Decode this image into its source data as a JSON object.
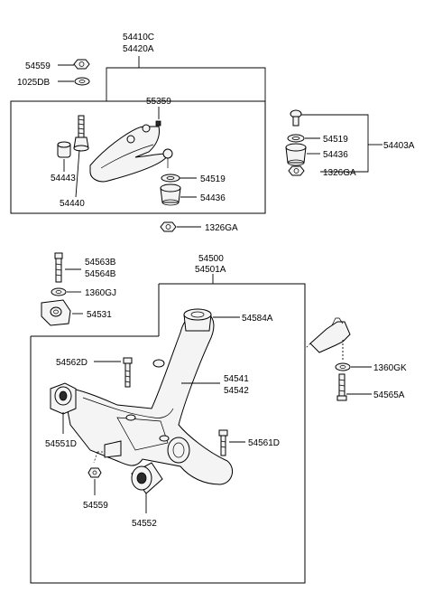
{
  "labels": {
    "p54410C": "54410C",
    "p54420A": "54420A",
    "p54559_top": "54559",
    "p1025DB": "1025DB",
    "p55359": "55359",
    "p54443": "54443",
    "p54440": "54440",
    "p54519_a": "54519",
    "p54436_a": "54436",
    "p1326GA_a": "1326GA",
    "p54519_b": "54519",
    "p54436_b": "54436",
    "p1326GA_b": "1326GA",
    "p54403A": "54403A",
    "p54500": "54500",
    "p54501A": "54501A",
    "p54563B": "54563B",
    "p54564B": "54564B",
    "p1360GJ": "1360GJ",
    "p54531": "54531",
    "p54584A": "54584A",
    "p54562D": "54562D",
    "p54541": "54541",
    "p54542": "54542",
    "p54551D": "54551D",
    "p54561D": "54561D",
    "p54559_bottom": "54559",
    "p54552": "54552",
    "p1360GK": "1360GK",
    "p54565A": "54565A"
  }
}
